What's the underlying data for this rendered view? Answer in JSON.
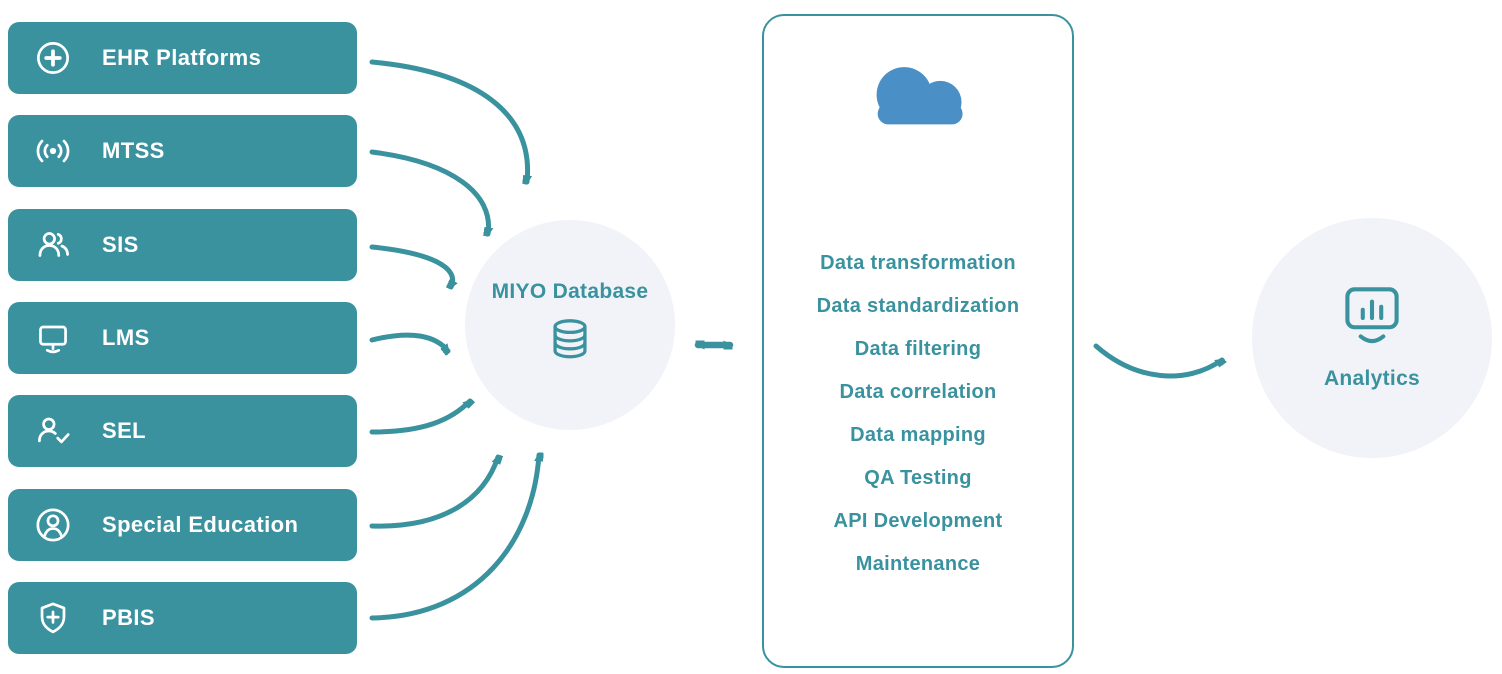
{
  "colors": {
    "teal": "#3A929F",
    "blue": "#4A8FC6",
    "circle_bg": "#F1F3F8",
    "white": "#FFFFFF"
  },
  "sources": {
    "items": [
      {
        "label": "EHR Platforms",
        "icon": "medical-cross-icon"
      },
      {
        "label": "MTSS",
        "icon": "signal-icon"
      },
      {
        "label": "SIS",
        "icon": "users-icon"
      },
      {
        "label": "LMS",
        "icon": "monitor-icon"
      },
      {
        "label": "SEL",
        "icon": "user-check-icon"
      },
      {
        "label": "Special Education",
        "icon": "user-circle-icon"
      },
      {
        "label": "PBIS",
        "icon": "shield-plus-icon"
      }
    ]
  },
  "database": {
    "label": "MIYO Database",
    "icon": "database-icon"
  },
  "processing": {
    "icon": "cloud-icon",
    "items": [
      "Data transformation",
      "Data standardization",
      "Data filtering",
      "Data correlation",
      "Data mapping",
      "QA Testing",
      "API Development",
      "Maintenance"
    ]
  },
  "analytics": {
    "label": "Analytics",
    "icon": "analytics-monitor-icon"
  }
}
